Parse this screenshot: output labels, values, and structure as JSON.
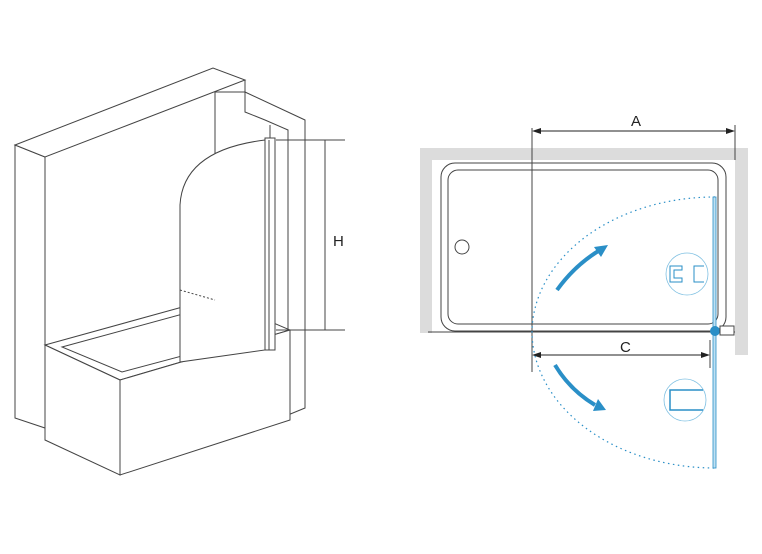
{
  "left_view": {
    "height_label": "H"
  },
  "plan_view": {
    "width_label": "A",
    "opening_label": "C"
  },
  "colors": {
    "line": "#333333",
    "wall": "#dcdcdc",
    "accent": "#2a8fc7"
  }
}
